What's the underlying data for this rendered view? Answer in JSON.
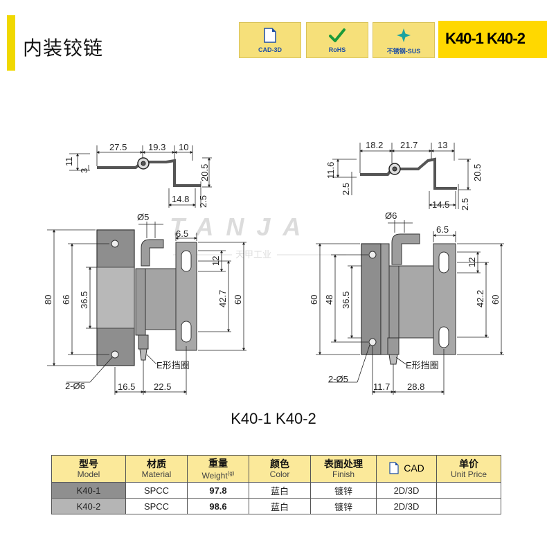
{
  "header": {
    "title": "内装铰链",
    "badges": [
      {
        "icon": "document-icon",
        "label": "CAD-3D"
      },
      {
        "icon": "checkmark-icon",
        "label": "RoHS"
      },
      {
        "icon": "sparkle-icon",
        "label": "不锈钢-SUS"
      }
    ],
    "model": "K40-1 K40-2"
  },
  "watermark": {
    "brand": "TANJA",
    "sub": "天甲工业"
  },
  "drawing": {
    "left": {
      "top_view": {
        "d1": "27.5",
        "d2": "19.3",
        "d3": "10",
        "h1": "11",
        "h2": "3",
        "h3": "20.5",
        "b1": "14.8",
        "b2": "2.5"
      },
      "front_view": {
        "pin": "Ø5",
        "w1": "6.5",
        "h_total": "80",
        "h2": "66",
        "h3": "36.5",
        "slot": "12",
        "h4": "42.7",
        "h5": "60",
        "holes": "2-Ø6",
        "b1": "16.5",
        "b2": "22.5",
        "ring": "E形挡圈"
      }
    },
    "right": {
      "top_view": {
        "d1": "18.2",
        "d2": "21.7",
        "d3": "13",
        "h1": "11.6",
        "h2": "2.5",
        "h3": "20.5",
        "b1": "14.5",
        "b2": "2.5"
      },
      "front_view": {
        "pin": "Ø6",
        "w1": "6.5",
        "h_total": "60",
        "h2": "48",
        "h3": "36.5",
        "slot": "12",
        "h4": "42.2",
        "h5": "60",
        "holes": "2-Ø5",
        "b1": "11.7",
        "b2": "28.8",
        "ring": "E形挡圈"
      }
    }
  },
  "caption": "K40-1 K40-2",
  "table": {
    "headers": [
      {
        "cn": "型号",
        "en": "Model"
      },
      {
        "cn": "材质",
        "en": "Material"
      },
      {
        "cn": "重量",
        "en": "Weight",
        "unit": "(g)"
      },
      {
        "cn": "颜色",
        "en": "Color"
      },
      {
        "cn": "表面处理",
        "en": "Finish"
      },
      {
        "cn": "CAD",
        "en": ""
      },
      {
        "cn": "单价",
        "en": "Unit Price"
      }
    ],
    "rows": [
      {
        "model": "K40-1",
        "material": "SPCC",
        "weight": "97.8",
        "color": "蓝白",
        "finish": "镀锌",
        "cad": "2D/3D",
        "price": ""
      },
      {
        "model": "K40-2",
        "material": "SPCC",
        "weight": "98.6",
        "color": "蓝白",
        "finish": "镀锌",
        "cad": "2D/3D",
        "price": ""
      }
    ]
  },
  "colors": {
    "accent": "#f0d800",
    "badge": "#f6e07a",
    "table_header": "#fbe99a",
    "metal": "#8a8a8a"
  }
}
